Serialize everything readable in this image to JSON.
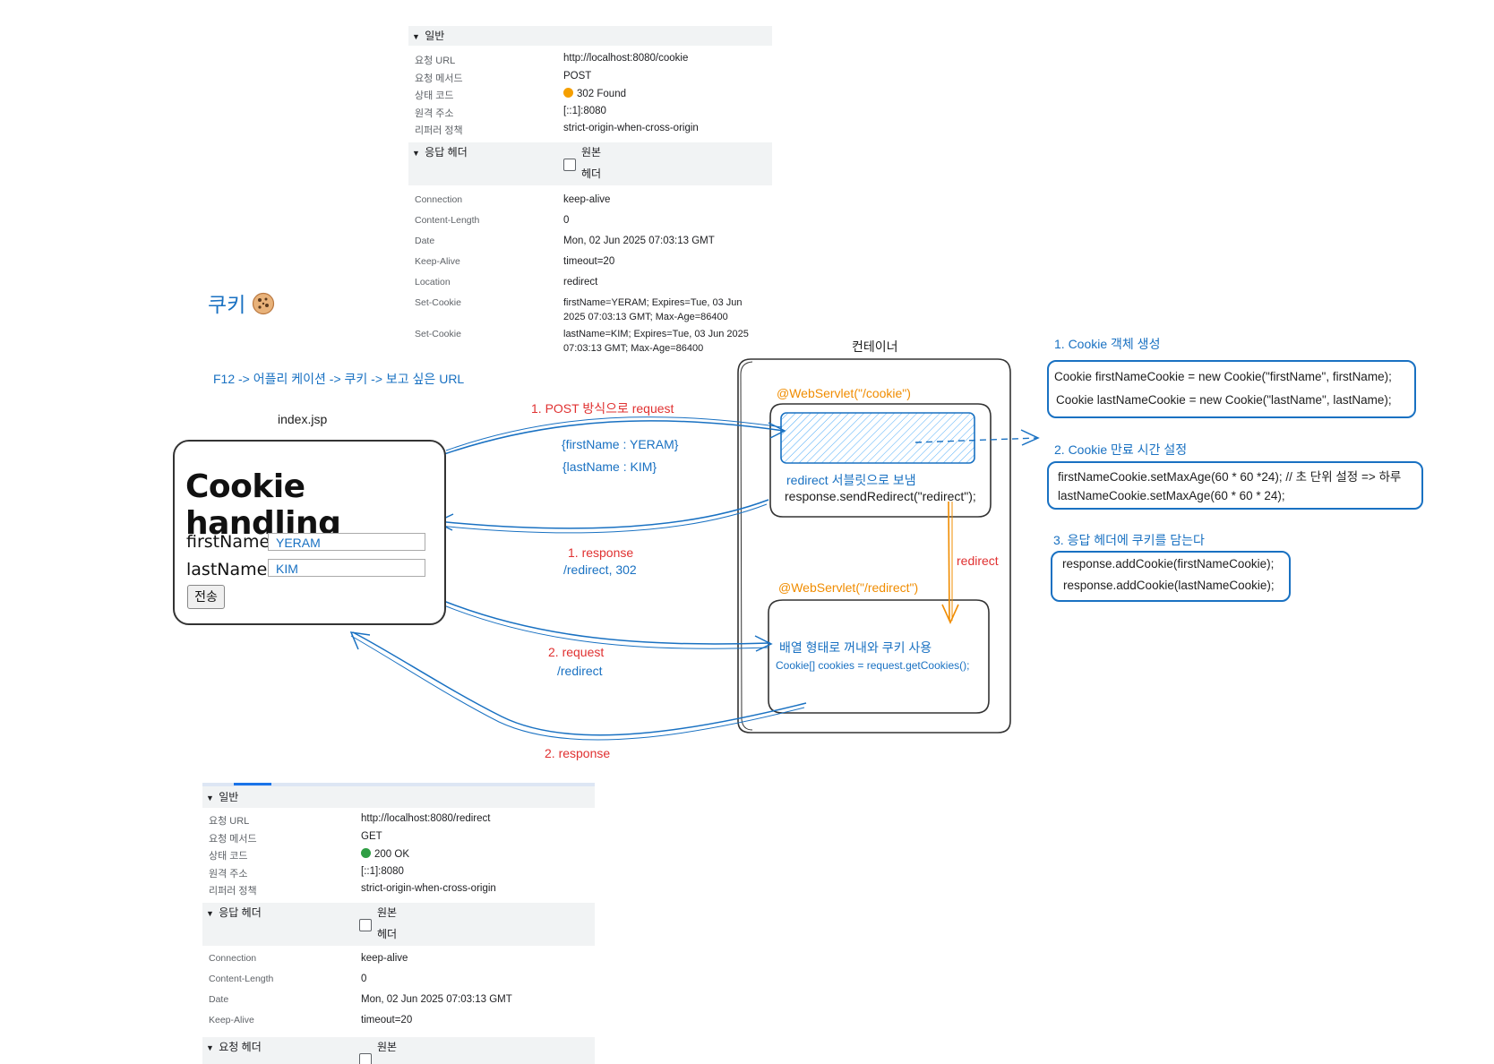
{
  "top_panel": {
    "general": {
      "title": "일반",
      "rows": [
        {
          "key": "요청 URL",
          "value": "http://localhost:8080/cookie"
        },
        {
          "key": "요청 메서드",
          "value": "POST"
        },
        {
          "key": "상태 코드",
          "value": "302 Found",
          "status_color": "#f59f00"
        },
        {
          "key": "원격 주소",
          "value": "[::1]:8080"
        },
        {
          "key": "리퍼러 정책",
          "value": "strict-origin-when-cross-origin"
        }
      ]
    },
    "response_headers": {
      "title": "응답 헤더",
      "raw_line1": "원본",
      "raw_line2": "헤더",
      "rows": [
        {
          "key": "Connection",
          "value": "keep-alive"
        },
        {
          "key": "Content-Length",
          "value": "0"
        },
        {
          "key": "Date",
          "value": "Mon, 02 Jun 2025 07:03:13 GMT"
        },
        {
          "key": "Keep-Alive",
          "value": "timeout=20"
        },
        {
          "key": "Location",
          "value": "redirect"
        },
        {
          "key": "Set-Cookie",
          "value_line1": "firstName=YERAM; Expires=Tue, 03 Jun",
          "value_line2": "2025 07:03:13 GMT; Max-Age=86400"
        },
        {
          "key": "Set-Cookie",
          "value_line1": "lastName=KIM; Expires=Tue, 03 Jun 2025",
          "value_line2": "07:03:13 GMT; Max-Age=86400"
        }
      ]
    }
  },
  "bottom_panel": {
    "general": {
      "title": "일반",
      "rows": [
        {
          "key": "요청 URL",
          "value": "http://localhost:8080/redirect"
        },
        {
          "key": "요청 메서드",
          "value": "GET"
        },
        {
          "key": "상태 코드",
          "value": "200 OK",
          "status_color": "#2f9e44"
        },
        {
          "key": "원격 주소",
          "value": "[::1]:8080"
        },
        {
          "key": "리퍼러 정책",
          "value": "strict-origin-when-cross-origin"
        }
      ]
    },
    "response_headers": {
      "title": "응답 헤더",
      "raw_line1": "원본",
      "raw_line2": "헤더",
      "rows": [
        {
          "key": "Connection",
          "value": "keep-alive"
        },
        {
          "key": "Content-Length",
          "value": "0"
        },
        {
          "key": "Date",
          "value": "Mon, 02 Jun 2025 07:03:13 GMT"
        },
        {
          "key": "Keep-Alive",
          "value": "timeout=20"
        }
      ]
    },
    "request_headers": {
      "title": "요청 헤더",
      "raw_line1": "원본"
    }
  },
  "diagram": {
    "heading": "쿠키",
    "heading_icon": "cookie-icon",
    "devtools_hint": "F12 -> 어플리 케이션 -> 쿠키 -> 보고 싶은 URL",
    "jsp_label": "index.jsp",
    "form": {
      "title": "Cookie handling",
      "first_label": "firstName :",
      "first_value": "YERAM",
      "last_label": "lastName :",
      "last_value": "KIM",
      "submit": "전송"
    },
    "container_label": "컨테이너",
    "cookie_servlet": "@WebServlet(\"/cookie\")",
    "redirect_servlet": "@WebServlet(\"/redirect\")",
    "redirect_note": "redirect 서블릿으로 보냄",
    "send_redirect": "response.sendRedirect(\"redirect\");",
    "redirect_arrow": "redirect",
    "use_cookies_note": "배열 형태로 꺼내와 쿠키 사용",
    "get_cookies_code": "Cookie[] cookies =  request.getCookies();",
    "post_request": "1. POST 방식으로 request",
    "param_first": "{firstName : YERAM}",
    "param_last": "{lastName : KIM}",
    "response1": "1. response",
    "response1_detail": "/redirect, 302",
    "request2": "2. request",
    "request2_detail": "/redirect",
    "response2": "2. response",
    "step1_title": "1. Cookie 객체 생성",
    "step1_code1": "Cookie firstNameCookie = new Cookie(\"firstName\", firstName);",
    "step1_code2": "Cookie lastNameCookie = new Cookie(\"lastName\", lastName);",
    "step2_title": "2. Cookie 만료 시간 설정",
    "step2_code1": "firstNameCookie.setMaxAge(60 * 60 *24); // 초 단위 설정 => 하루",
    "step2_code2": "lastNameCookie.setMaxAge(60 * 60 * 24);",
    "step3_title": "3. 응답 헤더에 쿠키를 담는다",
    "step3_code1": "response.addCookie(firstNameCookie);",
    "step3_code2": "response.addCookie(lastNameCookie);"
  },
  "colors": {
    "red_label": "#e03131",
    "blue_label": "#1971c2",
    "orange_label": "#f08c00",
    "wire_blue": "#1971c2",
    "wire_orange": "#f08c00"
  }
}
